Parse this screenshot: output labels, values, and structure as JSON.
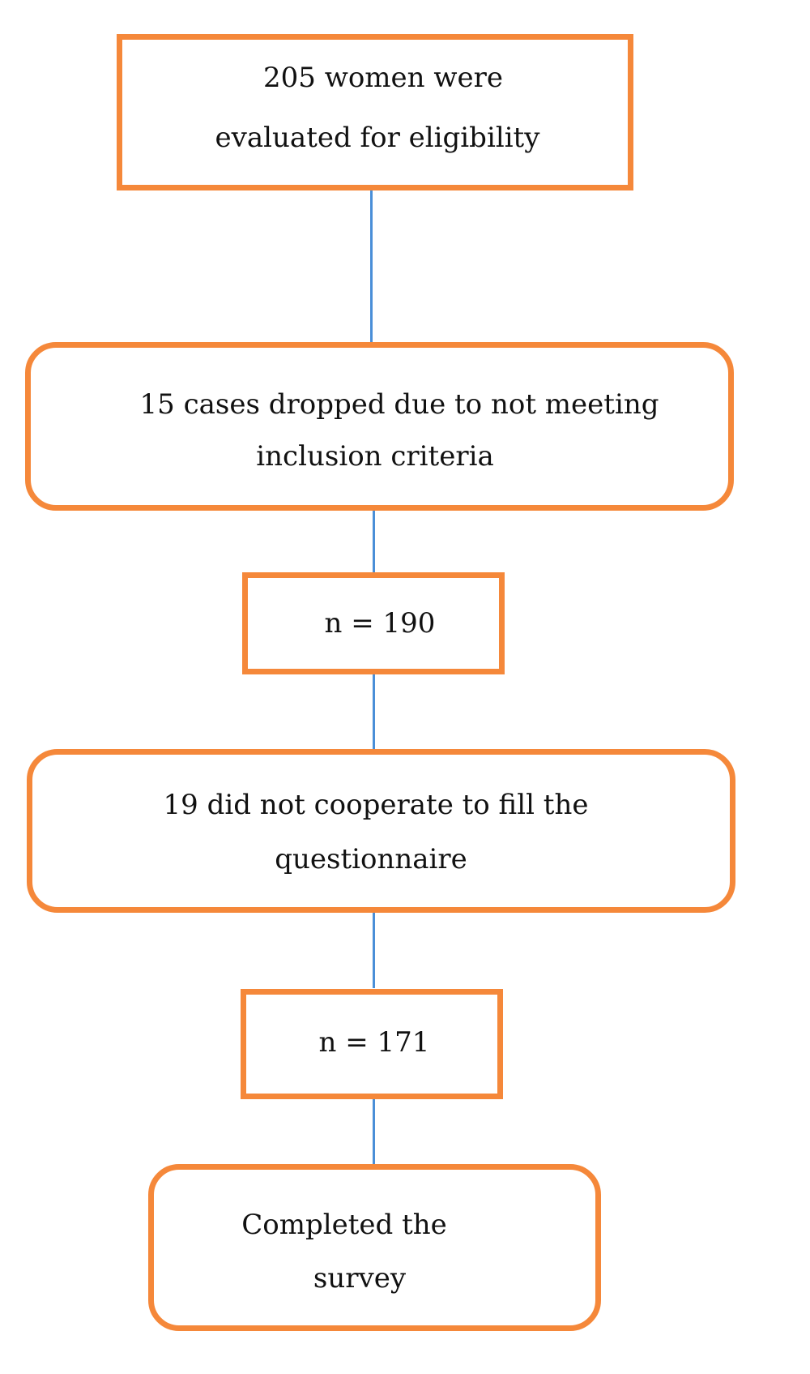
{
  "flowchart": {
    "colors": {
      "box_border": "#f5883a",
      "connector": "#4a8fd8"
    },
    "nodes": [
      {
        "id": "screened",
        "shape": "rectangle",
        "lines": [
          "205 women were",
          "evaluated for eligibility"
        ]
      },
      {
        "id": "excluded",
        "shape": "rounded-rectangle",
        "lines": [
          "15 cases dropped due to not meeting",
          "inclusion criteria"
        ]
      },
      {
        "id": "remaining",
        "shape": "rectangle",
        "lines": [
          "n = 190"
        ]
      },
      {
        "id": "non-cooperative",
        "shape": "rounded-rectangle",
        "lines": [
          "19 did not cooperate to fill the",
          "questionnaire"
        ]
      },
      {
        "id": "final",
        "shape": "rectangle",
        "lines": [
          "n = 171"
        ]
      },
      {
        "id": "completed",
        "shape": "rounded-rectangle",
        "lines": [
          "Completed the",
          "survey"
        ]
      }
    ],
    "edges": [
      {
        "from": "screened",
        "to": "excluded"
      },
      {
        "from": "excluded",
        "to": "remaining"
      },
      {
        "from": "remaining",
        "to": "non-cooperative"
      },
      {
        "from": "non-cooperative",
        "to": "final"
      },
      {
        "from": "final",
        "to": "completed"
      }
    ]
  }
}
